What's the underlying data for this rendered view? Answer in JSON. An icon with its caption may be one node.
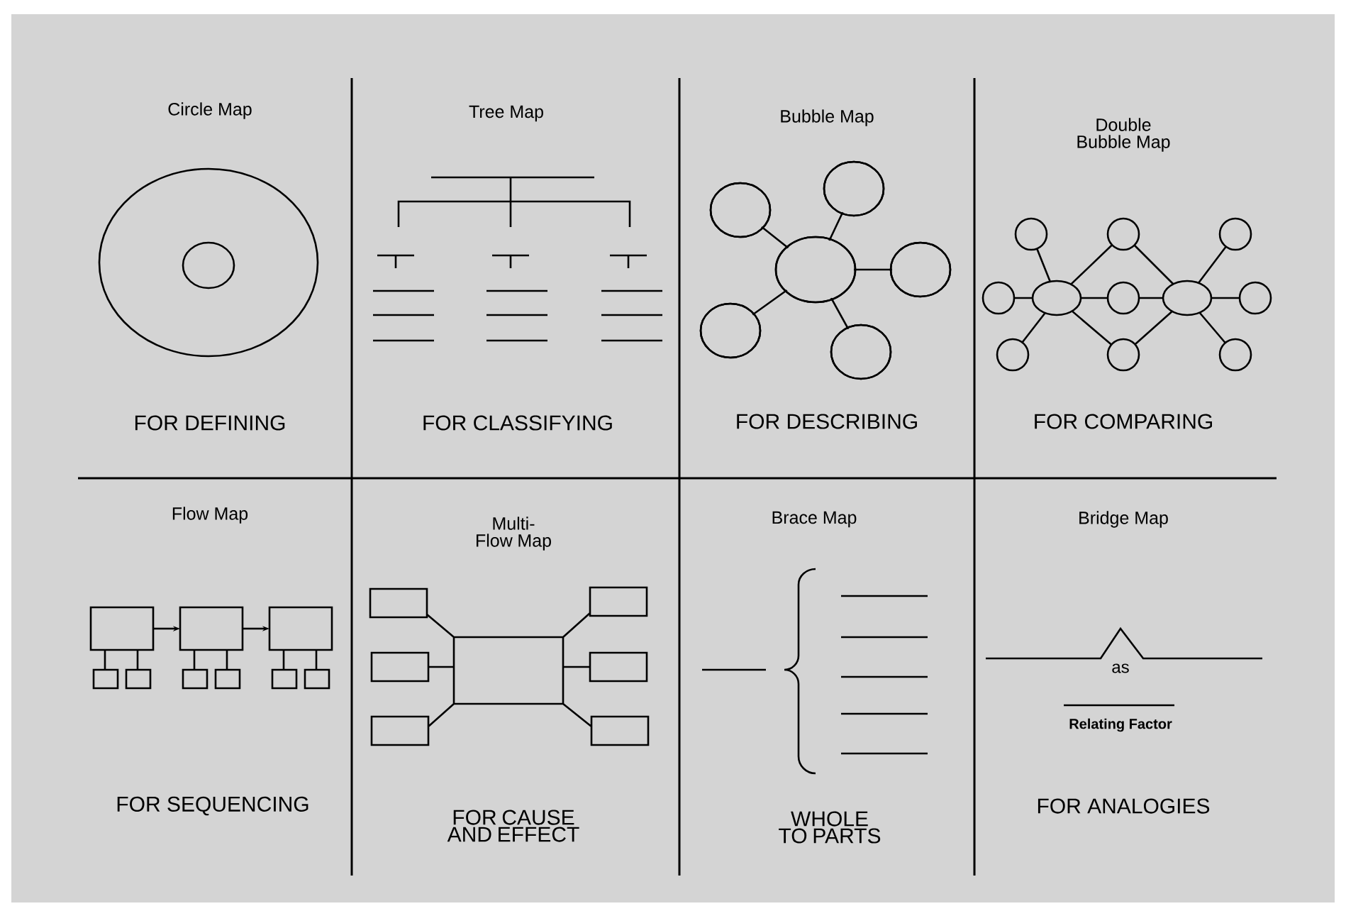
{
  "diagram": {
    "labels": [
      "Circle Map",
      "Tree Map",
      "Bubble Map",
      "Double Bubble Map",
      "FOR DEFINING",
      "FOR CLASSIFYING",
      "FOR DESCRIBING",
      "FOR COMPARING",
      "Flow Map",
      "Multi-Flow Map",
      "Brace Map",
      "Bridge Map",
      "as",
      "Relating Factor",
      "FOR SEQUENCING",
      "FOR CAUSE AND EFFECT",
      "WHOLE TO PARTS",
      "FOR ANALOGIES"
    ]
  }
}
